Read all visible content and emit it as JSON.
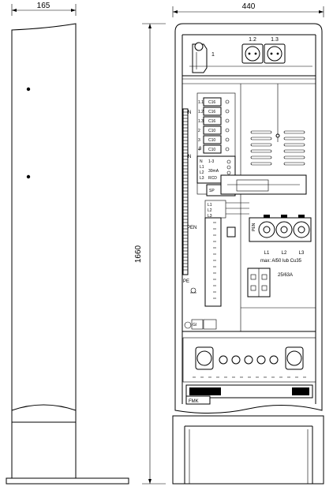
{
  "dimensions": {
    "side_width": "165",
    "front_width": "440",
    "height": "1660"
  },
  "top_sockets": {
    "label_1": "1",
    "label_1_2": "1.2",
    "label_1_3": "1.3"
  },
  "breakers": [
    "C16",
    "C16",
    "C16",
    "C10",
    "C10",
    "C10"
  ],
  "breaker_numbers": [
    "1.1",
    "1.2",
    "1.3",
    "2",
    "3",
    "4"
  ],
  "labels": {
    "n_top": "N",
    "n_mid": "N",
    "three": "3",
    "pen": "PEN",
    "pe": "PE",
    "rcd_n": "N",
    "rcd_l1": "L1",
    "rcd_l2": "L2",
    "rcd_l3": "L3",
    "rcd_range": "1-3",
    "rcd_current": "30mA",
    "rcd": "RCD",
    "spd": "SP",
    "bus_l1": "L1",
    "bus_l2": "L2",
    "bus_l3": "L3",
    "fuse_pen": "PEN",
    "fuse_l1": "L1",
    "fuse_l2": "L2",
    "fuse_l3": "L3",
    "cable_spec": "max: Al50 lub Cu35",
    "fuse_rating": "25/63A",
    "fmk": "FMK",
    "gl": "Gl"
  }
}
